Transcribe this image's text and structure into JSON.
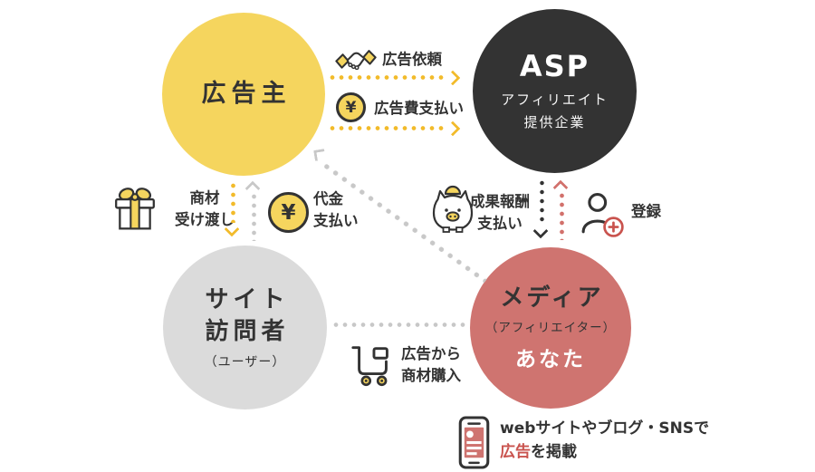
{
  "colors": {
    "advertiser_yellow": "#F5D55E",
    "asp_dark": "#333333",
    "visitor_gray": "#DBDBDB",
    "media_red": "#CF7470",
    "arrow_gold": "#F2BB2B",
    "arrow_gray": "#C8C8C8",
    "arrow_dark": "#333333",
    "arrow_red": "#D2716C",
    "accent_red_text": "#C9534E"
  },
  "nodes": {
    "advertiser": {
      "label": "広告主"
    },
    "asp": {
      "title": "ASP",
      "subtitle_line1": "アフィリエイト",
      "subtitle_line2": "提供企業"
    },
    "visitor": {
      "label_line1": "サイト",
      "label_line2": "訪問者",
      "subtitle": "（ユーザー）"
    },
    "media": {
      "title": "メディア",
      "subtitle": "（アフィリエイター）",
      "highlight": "あなた"
    }
  },
  "edges": {
    "ad_request": {
      "label": "広告依頼",
      "icon": "handshake-icon"
    },
    "ad_fee_payment": {
      "label": "広告費支払い",
      "icon": "yen-coin-icon"
    },
    "product_handover": {
      "line1": "商材",
      "line2": "受け渡し",
      "icon": "gift-icon"
    },
    "price_payment": {
      "line1": "代金",
      "line2": "支払い",
      "icon": "yen-coin-icon"
    },
    "reward_payment": {
      "line1": "成果報酬",
      "line2": "支払い",
      "icon": "piggy-bank-icon"
    },
    "registration": {
      "label": "登録",
      "icon": "person-plus-icon"
    },
    "purchase_from_ad": {
      "line1": "広告から",
      "line2": "商材購入",
      "icon": "cart-icon"
    }
  },
  "note": {
    "line1": "webサイトやブログ・SNSで",
    "highlight": "広告",
    "suffix": "を掲載",
    "icon": "smartphone-icon"
  },
  "misc": {
    "yen": "¥"
  }
}
